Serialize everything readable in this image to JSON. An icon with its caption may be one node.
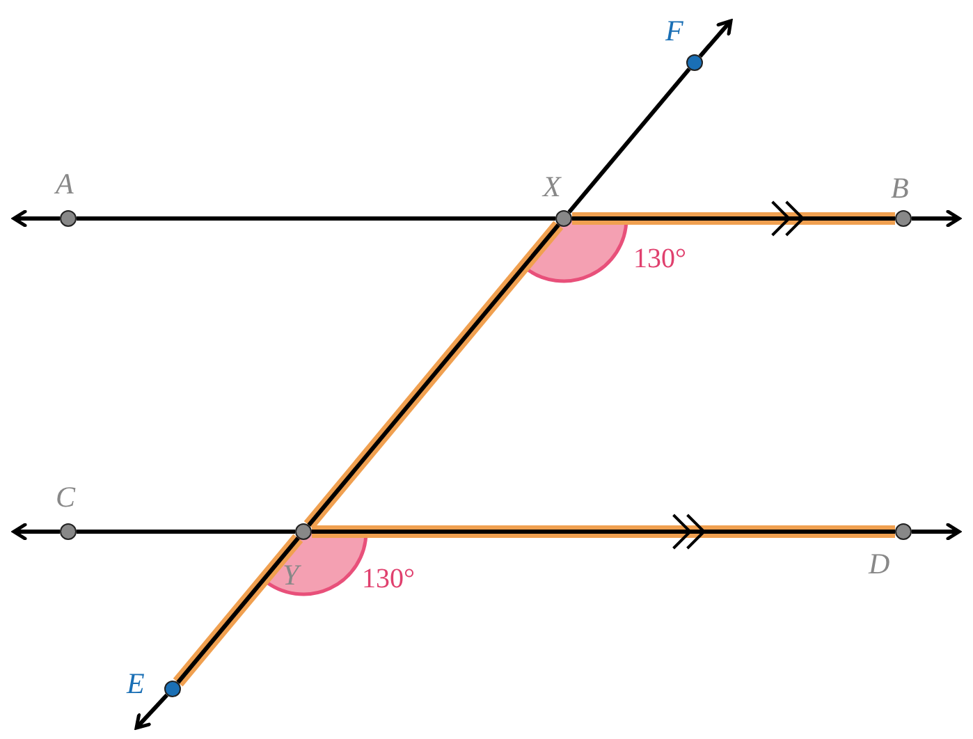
{
  "diagram": {
    "nodes": [
      {
        "text": [
          "F"
        ]
      },
      {
        "text": [
          "A"
        ]
      },
      {
        "text": [
          "X"
        ]
      },
      {
        "text": [
          "B"
        ]
      },
      {
        "text": [
          "C"
        ]
      },
      {
        "text": [
          "Y"
        ]
      },
      {
        "text": [
          "D"
        ]
      },
      {
        "text": [
          "E"
        ]
      }
    ],
    "edges": [
      {
        "from": 1,
        "to": null,
        "arrow": "to"
      },
      {
        "from": 1,
        "to": 2,
        "arrow": "none"
      },
      {
        "from": 2,
        "to": 3,
        "arrow": "to",
        "style": "thick",
        "color": "#f0a050"
      },
      {
        "from": 3,
        "to": null,
        "arrow": "to"
      },
      {
        "from": 4,
        "to": null,
        "arrow": "to"
      },
      {
        "from": 4,
        "to": 5,
        "arrow": "none"
      },
      {
        "from": 5,
        "to": 6,
        "arrow": "to",
        "style": "thick",
        "color": "#f0a050"
      },
      {
        "from": 6,
        "to": null,
        "arrow": "to"
      },
      {
        "from": 7,
        "to": null,
        "arrow": "to"
      },
      {
        "from": 7,
        "to": 5,
        "arrow": "none",
        "style": "thick",
        "color": "#f0a050"
      },
      {
        "from": 5,
        "to": 2,
        "arrow": "none",
        "style": "thick",
        "color": "#f0a050"
      },
      {
        "from": 2,
        "to": 0,
        "arrow": "none"
      },
      {
        "from": 0,
        "to": null,
        "arrow": "to"
      }
    ],
    "labels": [
      "130°",
      "130°"
    ]
  }
}
